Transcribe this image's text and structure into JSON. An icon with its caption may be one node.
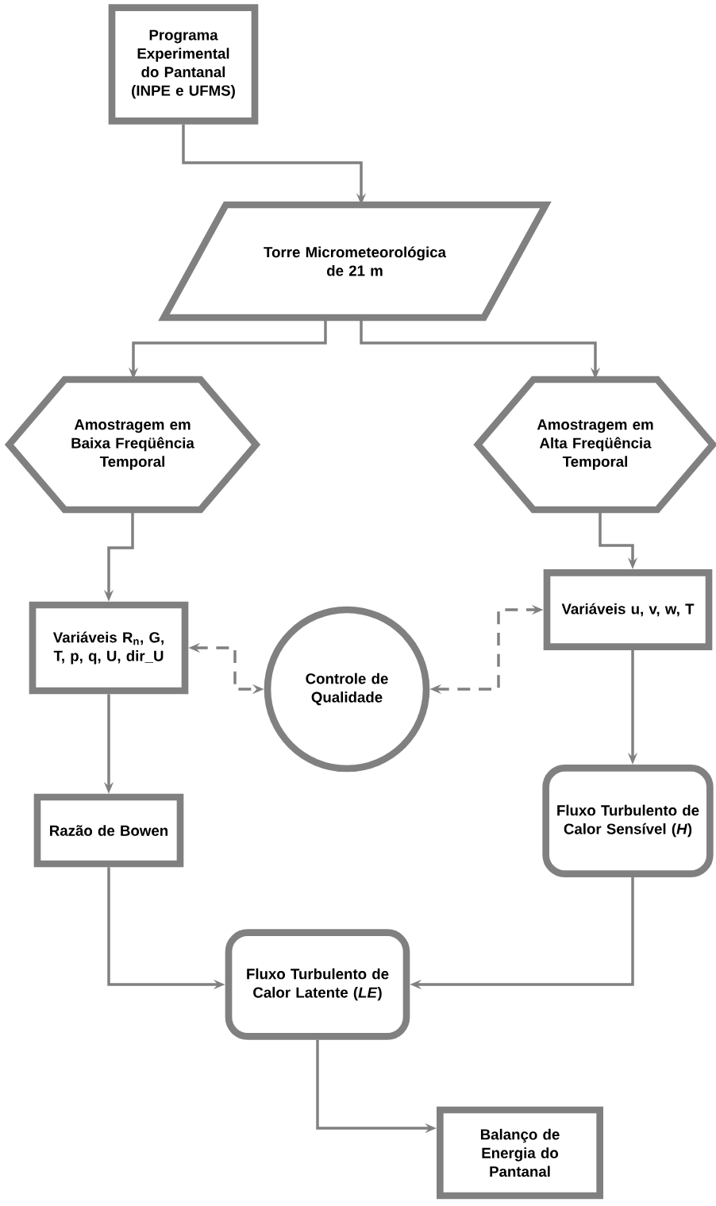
{
  "diagram": {
    "nodes": [
      {
        "text": [
          "Programa Experimental do Pantanal (INPE e UFMS)"
        ]
      },
      {
        "text": [
          "Torre Micrometeorológica de 21 m"
        ]
      },
      {
        "text": [
          "Amostragem em Baixa Freqüência Temporal"
        ]
      },
      {
        "text": [
          "Amostragem em Alta Freqüência Temporal"
        ]
      },
      {
        "text": [
          "Variáveis R$_{n}$, G, T, p, q, U, dir_U"
        ]
      },
      {
        "text": [
          "Variáveis u, v, w, T"
        ]
      },
      {
        "text": [
          "Controle de Qualidade"
        ]
      },
      {
        "text": [
          "Razão de Bowen"
        ]
      },
      {
        "text": [
          "Fluxo Turbulento de Calor Sensível (*H*)"
        ]
      },
      {
        "text": [
          "Fluxo Turbulento de Calor Latente (*LE*)"
        ]
      },
      {
        "text": [
          "Balanço de Energia do Pantanal"
        ]
      }
    ],
    "edges": [
      {
        "from": 0,
        "to": 1,
        "arrow": "to"
      },
      {
        "from": 1,
        "to": 2,
        "arrow": "to"
      },
      {
        "from": 1,
        "to": 3,
        "arrow": "to"
      },
      {
        "from": 2,
        "to": 4,
        "arrow": "to"
      },
      {
        "from": 3,
        "to": 5,
        "arrow": "to"
      },
      {
        "from": 4,
        "to": 6,
        "arrow": "both",
        "style": "dashed"
      },
      {
        "from": 6,
        "to": 5,
        "arrow": "both",
        "style": "dashed"
      },
      {
        "from": 4,
        "to": 7,
        "arrow": "to"
      },
      {
        "from": 5,
        "to": 8,
        "arrow": "to"
      },
      {
        "from": 7,
        "to": 9,
        "arrow": "to"
      },
      {
        "from": 8,
        "to": 9,
        "arrow": "to"
      },
      {
        "from": 9,
        "to": 10,
        "arrow": "to"
      }
    ]
  }
}
